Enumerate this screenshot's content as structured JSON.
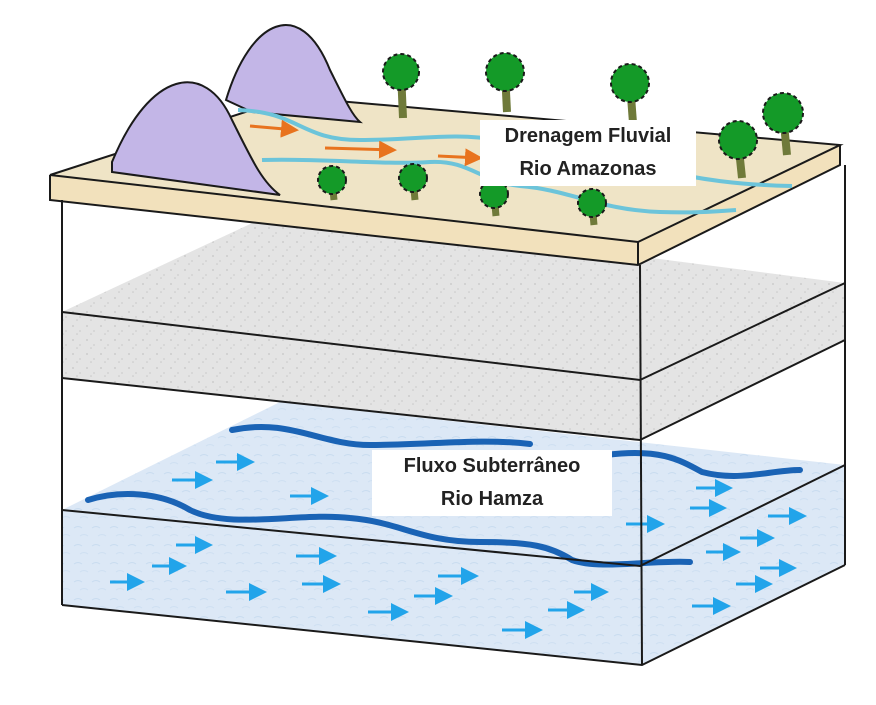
{
  "labels": {
    "surface_line1": "Drenagem Fluvial",
    "surface_line2": "Rio Amazonas",
    "underground_line1": "Fluxo Subterrâneo",
    "underground_line2": "Rio Hamza"
  },
  "colors": {
    "surface_top": "#efe4c6",
    "surface_front": "#f2e1bc",
    "rock_layer": "#e3e3e3",
    "aquifer": "#dce8f6",
    "mountain": "#c3b6e7",
    "tree": "#149a28",
    "trunk": "#6f7a3a",
    "surface_river": "#6cc4da",
    "surface_arrow": "#e8731e",
    "underground_river": "#1a63b5",
    "underground_arrow": "#22a4ea",
    "outline": "#1a1a1a"
  },
  "icons": [
    "mountain-icon",
    "tree-icon",
    "flow-arrow-icon"
  ]
}
